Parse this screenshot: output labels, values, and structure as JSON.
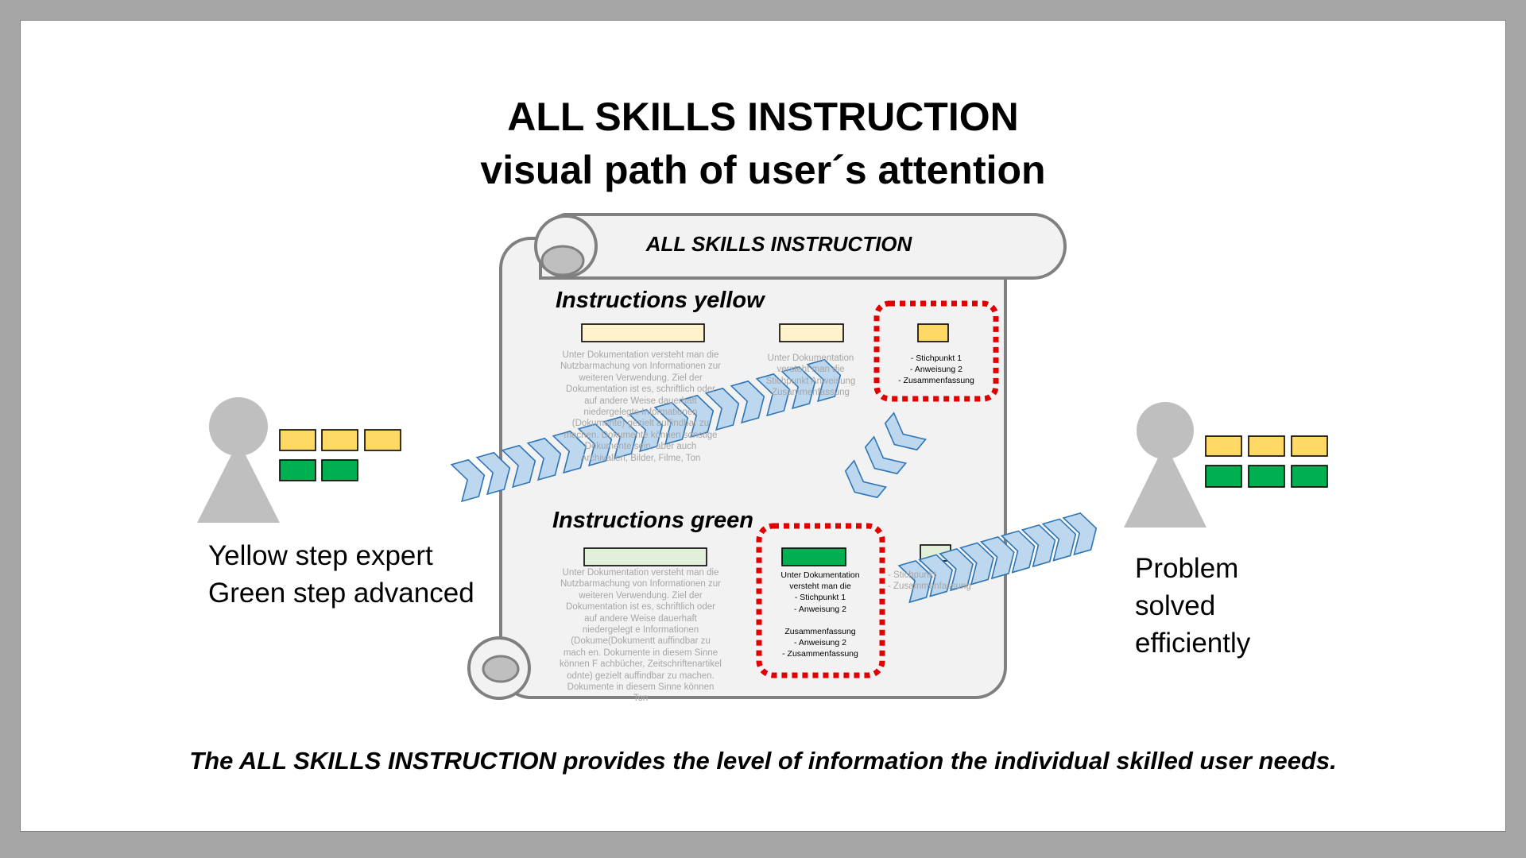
{
  "title": {
    "line1": "ALL SKILLS INSTRUCTION",
    "line2": "visual path of user´s attention"
  },
  "scroll": {
    "title": "ALL SKILLS INSTRUCTION",
    "section_yellow": {
      "heading": "Instructions yellow",
      "filler_long": "Unter Dokumentation versteht man die Nutzbarmachung von Informationen zur weiteren Verwendung. Ziel der Dokumentation ist es, schriftlich oder auf andere Weise dauerhaft niedergelegte Informationen (Dokumente) gezielt auffindbar zu machen. Dokumente können sonstige Dokumente sein, aber auch Archivalien, Bilder, Filme, Ton",
      "filler_mid": "Unter Dokumentation versteht man die Stichpunkt Anweisung Zusammenfassung",
      "highlight_note": "- Stichpunkt 1\n- Anweisung 2\n- Zusammenfassung"
    },
    "section_green": {
      "heading": "Instructions green",
      "filler_long": "Unter Dokumentation versteht man die Nutzbarmachung von Informationen zur weiteren Verwendung. Ziel der Dokumentation ist es, schriftlich oder auf andere Weise dauerhaft niedergelegt e Informationen (Dokume(Dokumentt auffindbar zu mach en. Dokumente in diesem Sinne können F achbücher, Zeitschriftenartikel odnte) gezielt auffindbar zu machen. Dokumente in diesem Sinne können Ton",
      "highlight_note": "Unter Dokumentation\nversteht man die\n- Stichpunkt 1\n- Anweisung 2\n\nZusammenfassung\n- Anweisung 2\n- Zusammenfassung",
      "filler_right": "- Stichpunkt\n- Zusammenfassung"
    }
  },
  "left_user": {
    "label_line1": "Yellow step expert",
    "label_line2": "Green step advanced",
    "skill_colors": [
      "#ffd966",
      "#ffd966",
      "#ffd966",
      "#00b050",
      "#00b050"
    ]
  },
  "right_user": {
    "label_line1": "Problem",
    "label_line2": "solved",
    "label_line3": "efficiently",
    "skill_colors": [
      "#ffd966",
      "#ffd966",
      "#ffd966",
      "#00b050",
      "#00b050",
      "#00b050"
    ]
  },
  "footer": "The ALL SKILLS INSTRUCTION provides the level of information the individual skilled user needs.",
  "colors": {
    "yellow": "#ffd966",
    "yellow_light": "#fff2cc",
    "green": "#00b050",
    "green_light": "#e2f0d9",
    "arrow_fill": "#bdd7ee",
    "arrow_stroke": "#2e75b6",
    "highlight_border": "#e00000",
    "scroll_fill": "#f2f2f2",
    "person": "#bfbfbf"
  }
}
